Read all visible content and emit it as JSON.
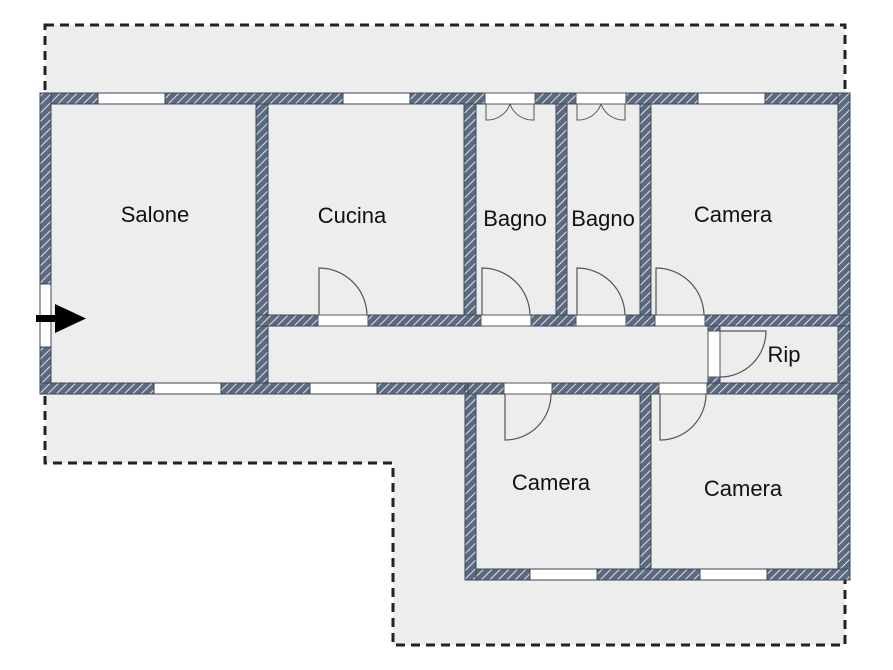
{
  "floorplan": {
    "rooms": [
      {
        "id": "salone",
        "label": "Salone"
      },
      {
        "id": "cucina",
        "label": "Cucina"
      },
      {
        "id": "bagno-1",
        "label": "Bagno"
      },
      {
        "id": "bagno-2",
        "label": "Bagno"
      },
      {
        "id": "camera-1",
        "label": "Camera"
      },
      {
        "id": "rip",
        "label": "Rip"
      },
      {
        "id": "camera-2",
        "label": "Camera"
      },
      {
        "id": "camera-3",
        "label": "Camera"
      }
    ],
    "colors": {
      "wall": "#4a5a72",
      "floor": "#ededee",
      "outline": "#222222",
      "arrow": "#000000"
    }
  }
}
